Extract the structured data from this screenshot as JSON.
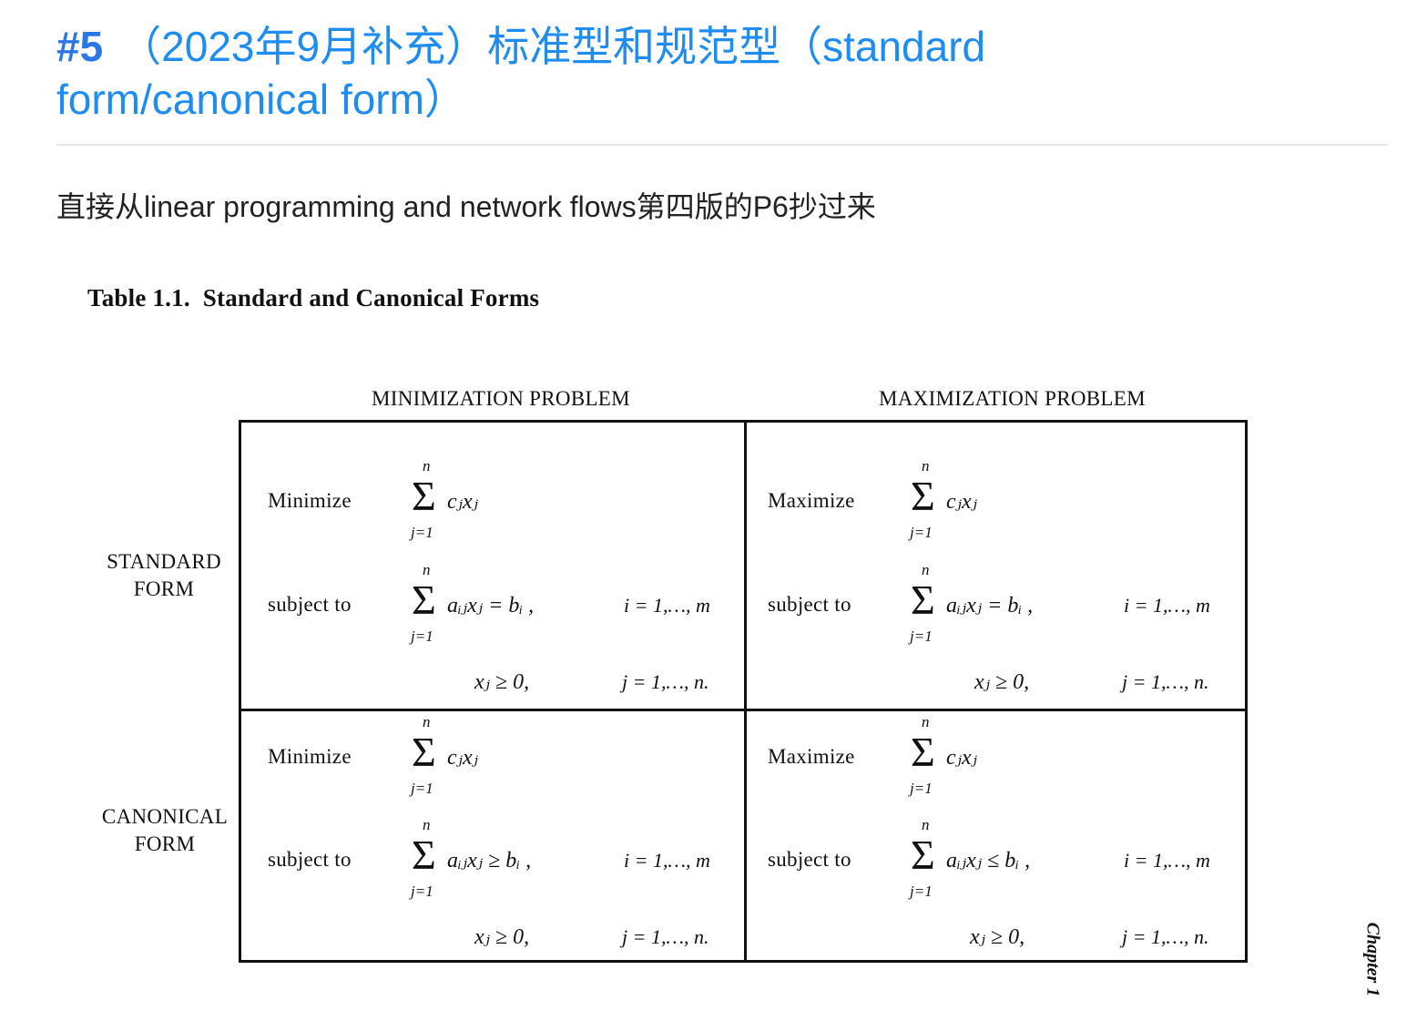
{
  "heading": {
    "number": "#5",
    "text": "（2023年9月补充）标准型和规范型（standard form/canonical form）"
  },
  "intro": "直接从linear programming and network flows第四版的P6抄过来",
  "figure": {
    "caption_label": "Table 1.1.",
    "caption_title": "Standard and Canonical Forms",
    "col_min": "MINIMIZATION PROBLEM",
    "col_max": "MAXIMIZATION PROBLEM",
    "row_standard_1": "STANDARD",
    "row_standard_2": "FORM",
    "row_canonical_1": "CANONICAL",
    "row_canonical_2": "FORM",
    "minimize": "Minimize",
    "maximize": "Maximize",
    "subject_to": "subject to",
    "sigma": "Σ",
    "upper": "n",
    "lower": "j=1",
    "objective": "cⱼxⱼ",
    "constraint_eq": "aᵢⱼxⱼ = bᵢ ,",
    "constraint_ge": "aᵢⱼxⱼ ≥ bᵢ ,",
    "constraint_le": "aᵢⱼxⱼ ≤ bᵢ ,",
    "nonneg": "xⱼ ≥ 0,",
    "range_i": "i = 1,…, m",
    "range_j": "j = 1,…, n.",
    "chapter": "Chapter 1"
  }
}
